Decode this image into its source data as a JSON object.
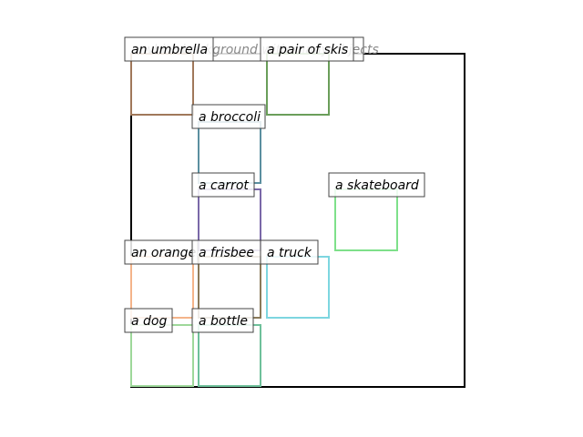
{
  "scene": {
    "background_caption": "a white background with many objects",
    "frame_color": "#000000",
    "objects": [
      {
        "id": "umbrella",
        "label": "an umbrella",
        "color": "#a0785a"
      },
      {
        "id": "skis",
        "label": "a pair of skis",
        "color": "#6a9e5a"
      },
      {
        "id": "broccoli",
        "label": "a broccoli",
        "color": "#5b8fa0"
      },
      {
        "id": "carrot",
        "label": "a carrot",
        "color": "#7a68a8"
      },
      {
        "id": "skateboard",
        "label": "a skateboard",
        "color": "#7ee08a"
      },
      {
        "id": "orange",
        "label": "an orange",
        "color": "#f4b48a"
      },
      {
        "id": "frisbee",
        "label": "a frisbee",
        "color": "#8a7a5a"
      },
      {
        "id": "truck",
        "label": "a truck",
        "color": "#7dd6e0"
      },
      {
        "id": "dog",
        "label": "a dog",
        "color": "#9ed89a"
      },
      {
        "id": "bottle",
        "label": "a bottle",
        "color": "#6ec09a"
      }
    ]
  }
}
